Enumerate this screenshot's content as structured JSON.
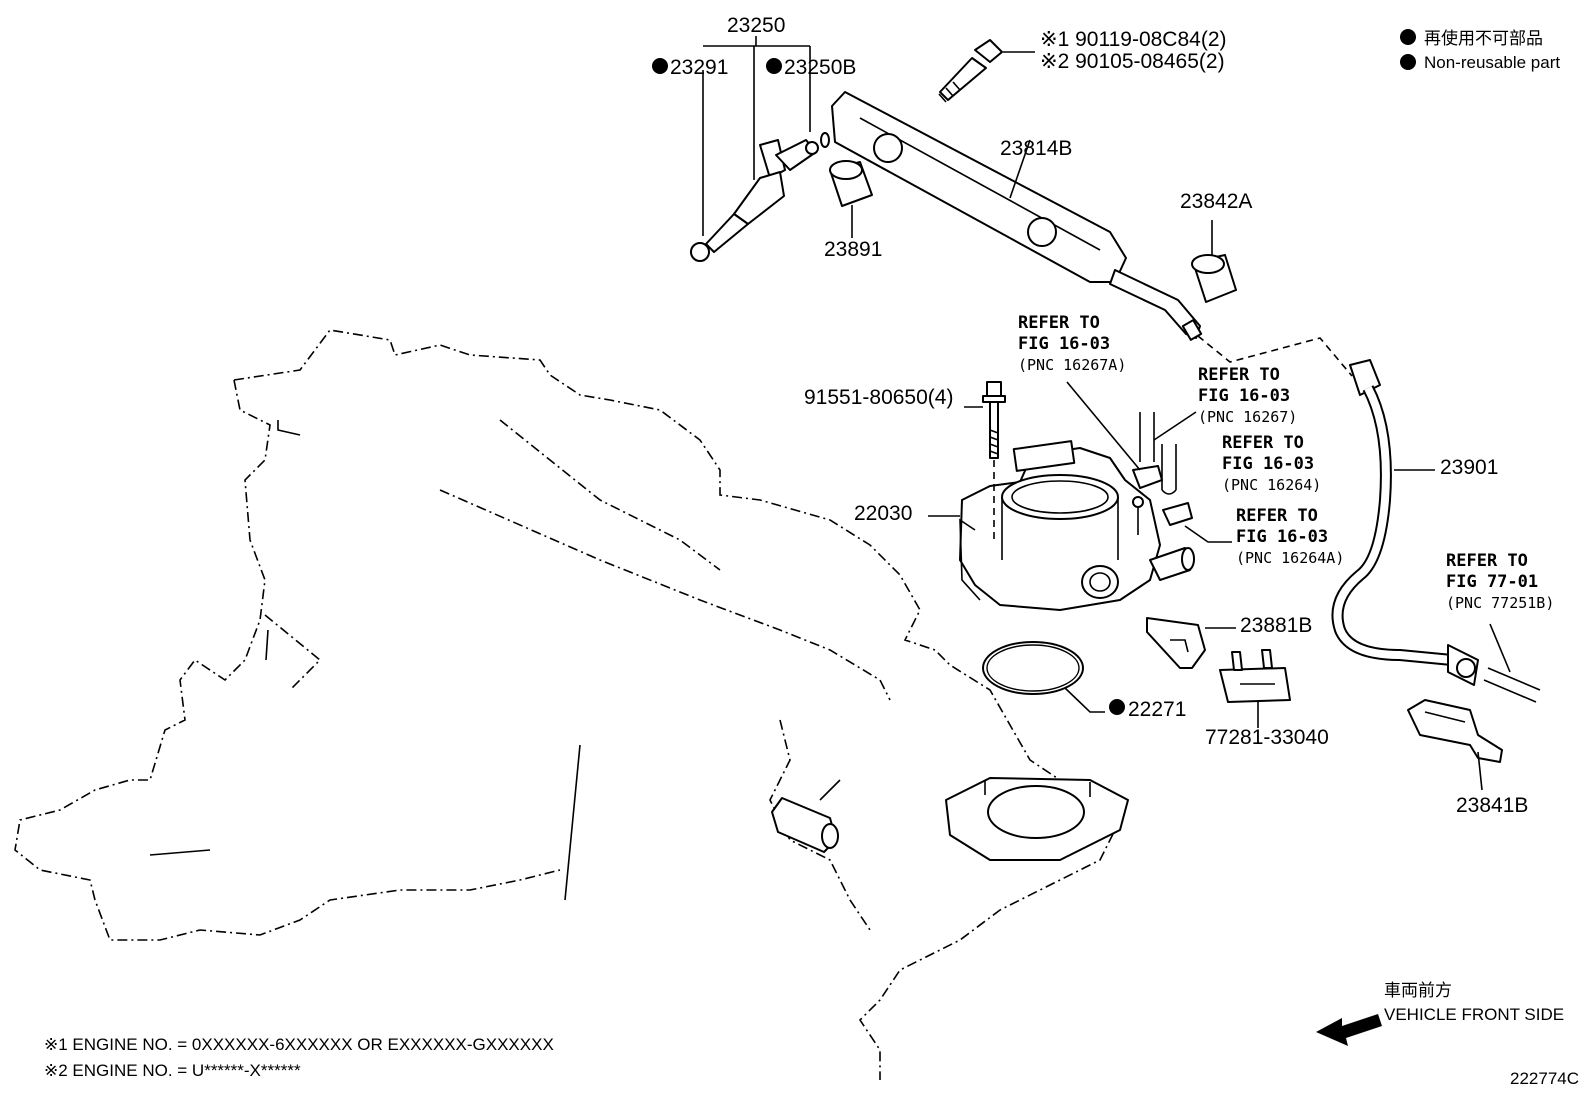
{
  "legend": {
    "jp": "再使用不可部品",
    "en": "Non-reusable part"
  },
  "parts": {
    "p23250": "23250",
    "p23291": "23291",
    "p23250b": "23250B",
    "p23891": "23891",
    "p23814b": "23814B",
    "p23842a": "23842A",
    "p23901": "23901",
    "p22030": "22030",
    "p91551": "91551-80650(4)",
    "p23881b": "23881B",
    "p77281": "77281-33040",
    "p22271": "22271",
    "p23841b": "23841B",
    "bolt1": "※1 90119-08C84(2)",
    "bolt2": "※2 90105-08465(2)"
  },
  "refs": {
    "r1": {
      "l1": "REFER TO",
      "l2": "FIG 16-03",
      "l3": "(PNC 16267A)"
    },
    "r2": {
      "l1": "REFER TO",
      "l2": "FIG 16-03",
      "l3": "(PNC 16267)"
    },
    "r3": {
      "l1": "REFER TO",
      "l2": "FIG 16-03",
      "l3": "(PNC 16264)"
    },
    "r4": {
      "l1": "REFER TO",
      "l2": "FIG 16-03",
      "l3": "(PNC 16264A)"
    },
    "r5": {
      "l1": "REFER TO",
      "l2": "FIG 77-01",
      "l3": "(PNC 77251B)"
    }
  },
  "direction": {
    "jp": "車両前方",
    "en": "VEHICLE FRONT SIDE"
  },
  "notes": {
    "n1": "※1 ENGINE NO. = 0XXXXXX-6XXXXXX OR EXXXXXX-GXXXXXX",
    "n2": "※2 ENGINE NO. = U******-X******"
  },
  "figure_id": "222774C"
}
